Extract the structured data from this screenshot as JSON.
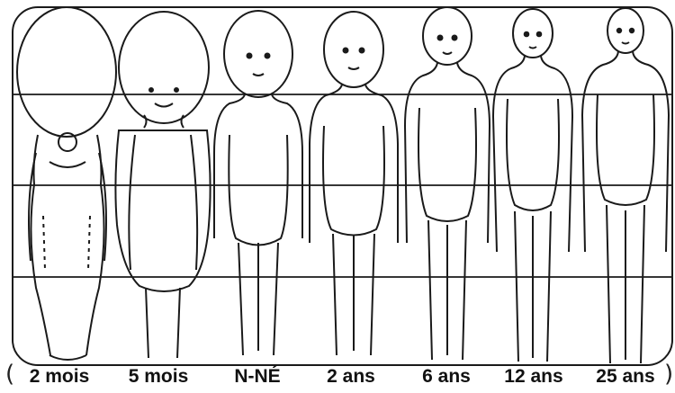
{
  "figure": {
    "title": "",
    "stroke_color": "#1a1a1a",
    "background": "#ffffff",
    "horizontal_guides": 4,
    "stages": [
      {
        "label": "2 mois"
      },
      {
        "label": "5 mois"
      },
      {
        "label": "N-NÉ"
      },
      {
        "label": "2 ans"
      },
      {
        "label": "6 ans"
      },
      {
        "label": "12 ans"
      },
      {
        "label": "25 ans"
      }
    ]
  }
}
